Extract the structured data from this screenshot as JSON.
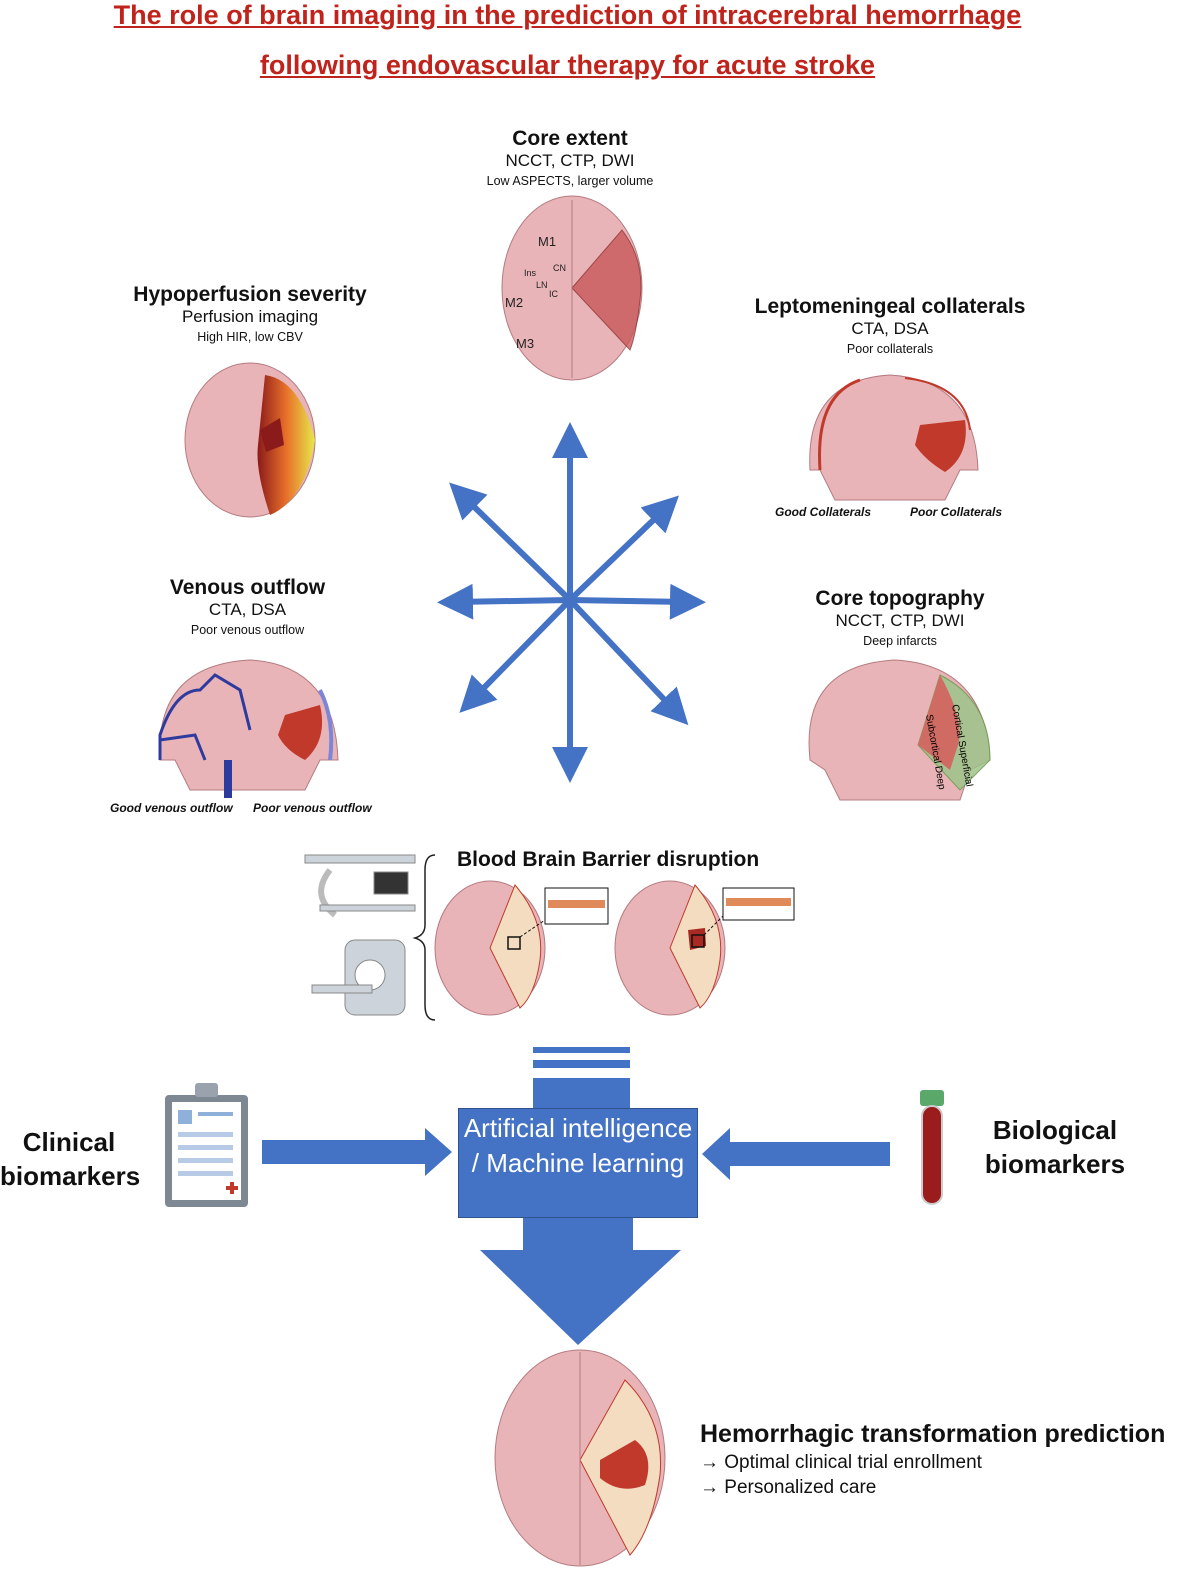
{
  "title": {
    "line1": "The role of brain imaging in the prediction of intracerebral hemorrhage",
    "line2": "following endovascular therapy for acute stroke"
  },
  "core_extent": {
    "heading": "Core extent",
    "modalities": "NCCT, CTP, DWI",
    "finding": "Low ASPECTS, larger volume",
    "regions": [
      "M1",
      "Ins",
      "CN",
      "LN",
      "IC",
      "M2",
      "M3"
    ]
  },
  "hypoperfusion": {
    "heading": "Hypoperfusion severity",
    "modalities": "Perfusion imaging",
    "finding": "High HIR, low CBV"
  },
  "collaterals": {
    "heading": "Leptomeningeal collaterals",
    "modalities": "CTA, DSA",
    "finding": "Poor collaterals",
    "left_caption": "Good Collaterals",
    "right_caption": "Poor Collaterals"
  },
  "venous": {
    "heading": "Venous outflow",
    "modalities": "CTA, DSA",
    "finding": "Poor venous outflow",
    "left_caption": "Good venous outflow",
    "right_caption": "Poor venous outflow"
  },
  "topography": {
    "heading": "Core topography",
    "modalities": "NCCT, CTP, DWI",
    "finding": "Deep infarcts",
    "deep_label": "Subcortical Deep",
    "cortical_label": "Cortical Superficial"
  },
  "bbb": {
    "heading": "Blood Brain Barrier disruption"
  },
  "clinical": {
    "label": "Clinical biomarkers"
  },
  "biological": {
    "label": "Biological biomarkers"
  },
  "ai": {
    "label": "Artificial intelligence / Machine learning"
  },
  "outcome": {
    "heading": "Hemorrhagic transformation prediction",
    "items": [
      "Optimal clinical trial enrollment",
      "Personalized care"
    ]
  },
  "colors": {
    "title": "#c0231b",
    "arrow": "#4472c4",
    "brain": "#e8b4b8",
    "lesion": "#c0392b"
  }
}
